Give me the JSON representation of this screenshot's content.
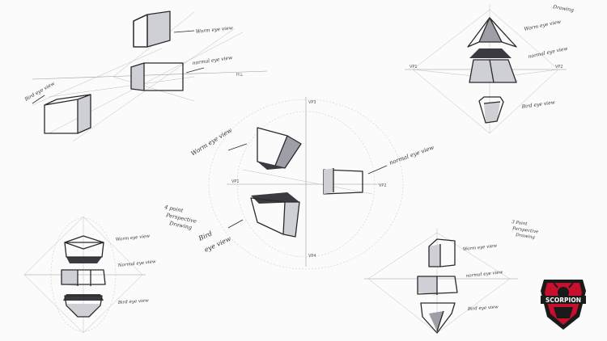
{
  "labels": {
    "worm_eye_tl": "Worm eye view",
    "normal_eye_tl": "normal eye view",
    "bird_eye_tl": "Bird eye view",
    "hl_tl": "H.L",
    "drawing_tr": "Drawing",
    "worm_eye_tr": "Worm eye view",
    "normal_eye_tr": "normal eye view",
    "bird_eye_tr": "Bird eye view",
    "vp1_tr": "VP1",
    "vp2_tr": "VP2",
    "worm_eye_c": "Worm eye view",
    "normal_eye_c": "normal eye view",
    "bird_eye_c_1": "Bird",
    "bird_eye_c_2": "eye view",
    "persp_c_1": "4 point",
    "persp_c_2": "Perspective",
    "persp_c_3": "Drawing",
    "vp3_c": "VP3",
    "vp4_c": "VP4",
    "vp1_c": "VP1",
    "vp2_c": "VP2",
    "worm_eye_bl": "Worm eye view",
    "normal_eye_bl": "Normal eye view",
    "bird_eye_bl": "Bird eye view",
    "worm_eye_br": "Worm eye view",
    "normal_eye_br": "normal eye view",
    "bird_eye_br": "Bird eye view",
    "persp_br_1": "3 Point",
    "persp_br_2": "Perspective",
    "persp_br_3": "Drawing"
  },
  "logo": {
    "text": "SCORPION"
  }
}
